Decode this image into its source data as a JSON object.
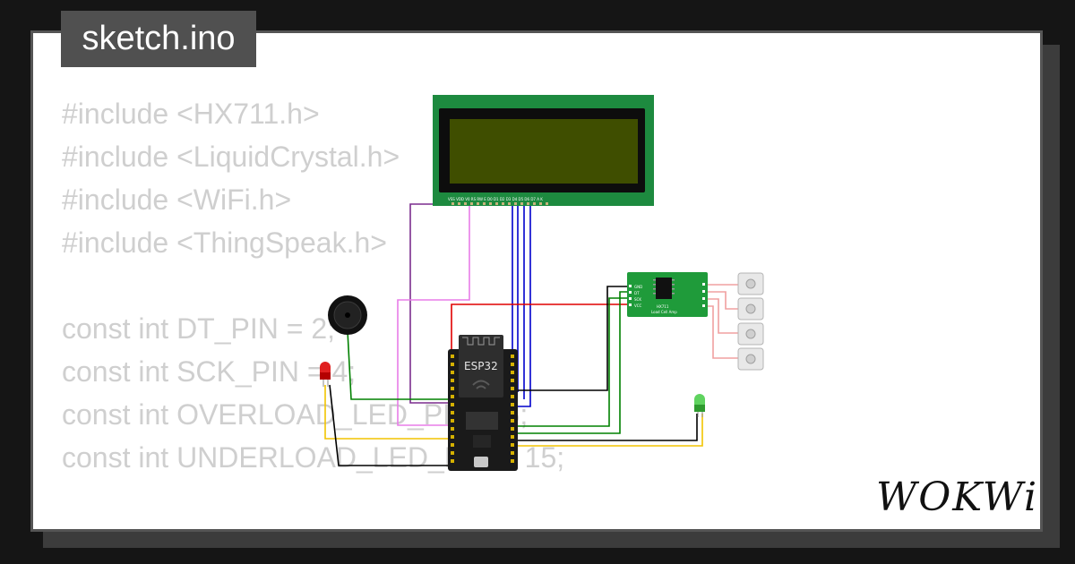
{
  "file_tab": {
    "label": "sketch.ino"
  },
  "code": {
    "lines": [
      "#include <HX711.h>",
      "#include <LiquidCrystal.h>",
      "#include <WiFi.h>",
      "#include <ThingSpeak.h>",
      "",
      "const int DT_PIN = 2;",
      "const int SCK_PIN = 4;",
      "const int OVERLOAD_LED_PIN = 5;",
      "const int UNDERLOAD_LED_PIN = 15;"
    ]
  },
  "circuit": {
    "esp32_label": "ESP32",
    "hx711_label": "HX711",
    "hx711_sublabel": "Load Cell Amp",
    "hx711_pins": [
      "GND",
      "DT",
      "SCK",
      "VCC"
    ],
    "lcd_pin_labels": "VSS VDD V0 RS RW E  D0 D1 D2 D3 D4 D5 D6 D7 A  K",
    "colors": {
      "lcd_board": "#1d8a3f",
      "lcd_screen": "#3f4e00",
      "esp32_board": "#1a1a1a",
      "hx711_board": "#1f9b3a",
      "wire_red": "#e00000",
      "wire_green": "#008000",
      "wire_blue": "#0000cc",
      "wire_black": "#000000",
      "wire_yellow": "#f2c400",
      "wire_purple": "#7b2d8e",
      "wire_pink": "#e87de8"
    }
  },
  "brand": {
    "logo": "WOKWi"
  }
}
